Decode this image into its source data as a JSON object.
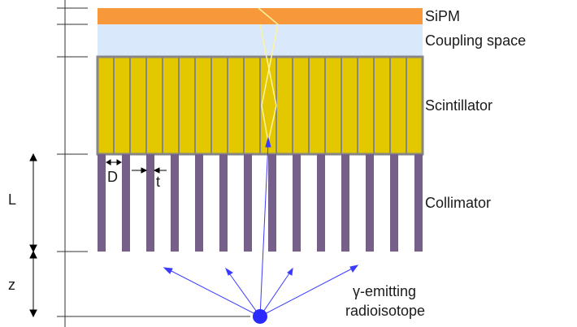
{
  "labels": {
    "sipm": "SiPM",
    "coupling": "Coupling space",
    "scintillator": "Scintillator",
    "collimator": "Collimator",
    "source_line1": "γ-emitting",
    "source_line2": "radioisotope"
  },
  "dimensions": {
    "L": "L",
    "z": "z",
    "D": "D",
    "t": "t"
  },
  "colors": {
    "sipm": "#f7983b",
    "coupling": "#dae8fc",
    "scintillator": "#e3c800",
    "scintillator_border": "#868686",
    "collimator": "#76608a",
    "rays": "#3b3bff",
    "light_path": "#fff2a0",
    "source": "#2a2aff"
  }
}
